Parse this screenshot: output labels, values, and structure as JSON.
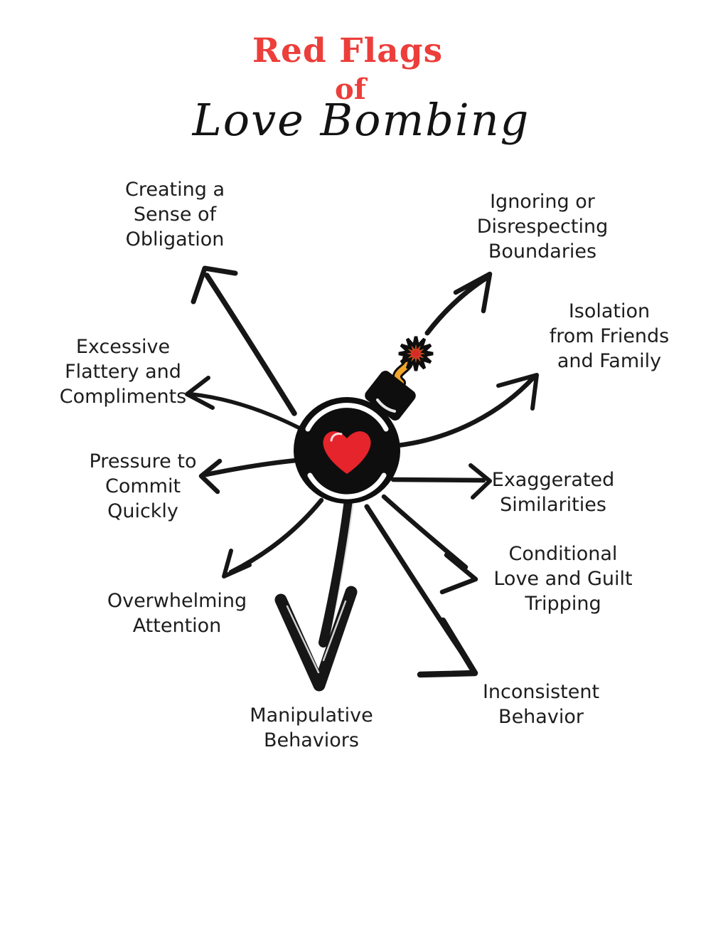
{
  "title": {
    "red_flags": "Red Flags",
    "of": "of",
    "love_bombing": "Love Bombing"
  },
  "colors": {
    "accent_red": "#ec3e3a",
    "ink": "#161616",
    "text": "#1d1d1d",
    "background": "#ffffff",
    "bomb_black": "#0e0e0e",
    "heart_red": "#e5242b",
    "fuse_gold": "#f0a62c",
    "spark_orange": "#f08018",
    "spark_red": "#d62b28"
  },
  "center_icon": "love-bomb-icon",
  "flags": [
    {
      "id": "creating-obligation",
      "label": "Creating a\nSense of\nObligation"
    },
    {
      "id": "ignoring-boundaries",
      "label": "Ignoring or\nDisrespecting\nBoundaries"
    },
    {
      "id": "isolation-family",
      "label": "Isolation\nfrom Friends\nand Family"
    },
    {
      "id": "excessive-flattery",
      "label": "Excessive\nFlattery and\nCompliments"
    },
    {
      "id": "pressure-commit",
      "label": "Pressure to\nCommit\nQuickly"
    },
    {
      "id": "exaggerated-similarities",
      "label": "Exaggerated\nSimilarities"
    },
    {
      "id": "conditional-guilt",
      "label": "Conditional\nLove and Guilt\nTripping"
    },
    {
      "id": "overwhelming-attention",
      "label": "Overwhelming\nAttention"
    },
    {
      "id": "manipulative-behaviors",
      "label": "Manipulative\nBehaviors"
    },
    {
      "id": "inconsistent-behavior",
      "label": "Inconsistent\nBehavior"
    }
  ]
}
